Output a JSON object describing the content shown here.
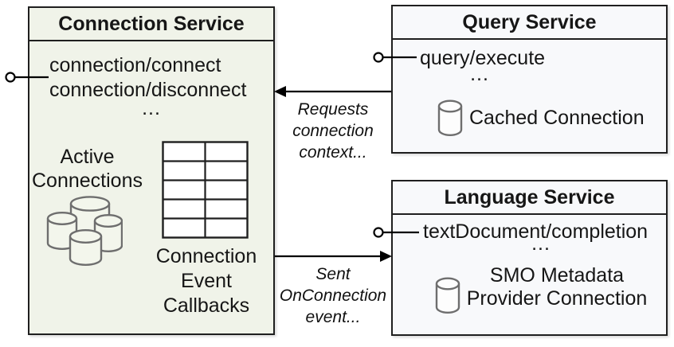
{
  "diagram": {
    "connection_service": {
      "title": "Connection Service",
      "methods": [
        "connection/connect",
        "connection/disconnect"
      ],
      "ellipsis": "...",
      "active_connections_label": [
        "Active",
        "Connections"
      ],
      "callbacks_label": [
        "Connection",
        "Event",
        "Callbacks"
      ],
      "callbacks_table": {
        "columns": 2,
        "rows": 5
      }
    },
    "query_service": {
      "title": "Query Service",
      "method": "query/execute",
      "ellipsis": "...",
      "cache_label": "Cached Connection"
    },
    "language_service": {
      "title": "Language Service",
      "method": "textDocument/completion",
      "ellipsis": "...",
      "smo_label": [
        "SMO Metadata",
        "Provider Connection"
      ]
    },
    "arrows": {
      "requests": {
        "from": "Query Service",
        "to": "Connection Service",
        "label": [
          "Requests",
          "connection",
          "context..."
        ]
      },
      "sent": {
        "from": "Connection Service",
        "to": "Language Service",
        "label": [
          "Sent",
          "OnConnection",
          "event..."
        ]
      }
    },
    "icons": {
      "active_connections": "database-cluster-icon",
      "callbacks": "table-grid-icon",
      "cached_connection": "database-icon",
      "smo_connection": "database-icon",
      "provided_interface": "lollipop-connector-icon"
    },
    "colors": {
      "connection_fill": "#f0f3e9",
      "service_fill": "#f8f9fb",
      "border": "#1f1f1f",
      "cylinder_stroke": "#6e6e6e",
      "arrow": "#000000"
    }
  }
}
